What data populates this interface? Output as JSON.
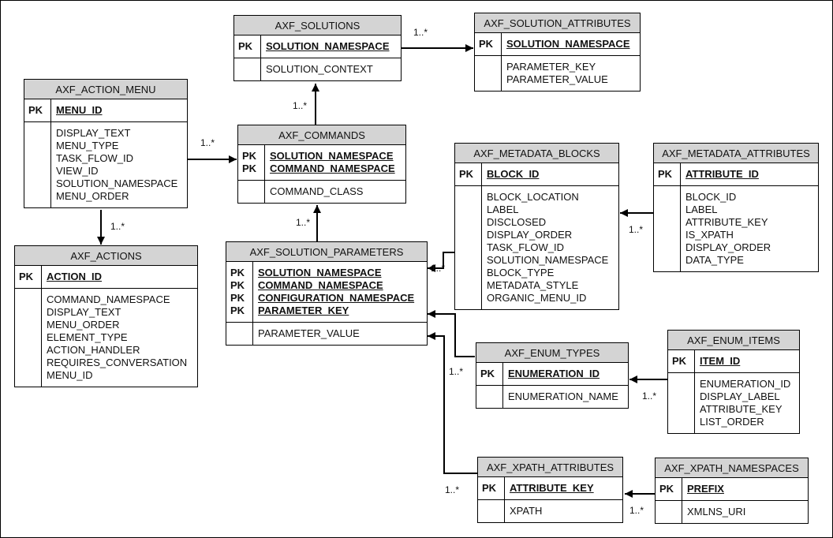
{
  "tables": {
    "axf_solutions": {
      "name": "AXF_SOLUTIONS",
      "pk": [
        "SOLUTION_NAMESPACE"
      ],
      "attrs": [
        "SOLUTION_CONTEXT"
      ]
    },
    "axf_solution_attributes": {
      "name": "AXF_SOLUTION_ATTRIBUTES",
      "pk": [
        "SOLUTION_NAMESPACE"
      ],
      "attrs": [
        "PARAMETER_KEY",
        "PARAMETER_VALUE"
      ]
    },
    "axf_action_menu": {
      "name": "AXF_ACTION_MENU",
      "pk": [
        "MENU_ID"
      ],
      "attrs": [
        "DISPLAY_TEXT",
        "MENU_TYPE",
        "TASK_FLOW_ID",
        "VIEW_ID",
        "SOLUTION_NAMESPACE",
        "MENU_ORDER"
      ]
    },
    "axf_commands": {
      "name": "AXF_COMMANDS",
      "pk": [
        "SOLUTION_NAMESPACE",
        "COMMAND_NAMESPACE"
      ],
      "attrs": [
        "COMMAND_CLASS"
      ]
    },
    "axf_metadata_blocks": {
      "name": "AXF_METADATA_BLOCKS",
      "pk": [
        "BLOCK_ID"
      ],
      "attrs": [
        "BLOCK_LOCATION",
        "LABEL",
        "DISCLOSED",
        "DISPLAY_ORDER",
        "TASK_FLOW_ID",
        "SOLUTION_NAMESPACE",
        "BLOCK_TYPE",
        "METADATA_STYLE",
        "ORGANIC_MENU_ID"
      ]
    },
    "axf_metadata_attributes": {
      "name": "AXF_METADATA_ATTRIBUTES",
      "pk": [
        "ATTRIBUTE_ID"
      ],
      "attrs": [
        "BLOCK_ID",
        "LABEL",
        "ATTRIBUTE_KEY",
        "IS_XPATH",
        "DISPLAY_ORDER",
        "DATA_TYPE"
      ]
    },
    "axf_actions": {
      "name": "AXF_ACTIONS",
      "pk": [
        "ACTION_ID"
      ],
      "attrs": [
        "COMMAND_NAMESPACE",
        "DISPLAY_TEXT",
        "MENU_ORDER",
        "ELEMENT_TYPE",
        "ACTION_HANDLER",
        "REQUIRES_CONVERSATION",
        "MENU_ID"
      ]
    },
    "axf_solution_parameters": {
      "name": "AXF_SOLUTION_PARAMETERS",
      "pk": [
        "SOLUTION_NAMESPACE",
        "COMMAND_NAMESPACE",
        "CONFIGURATION_NAMESPACE",
        "PARAMETER_KEY"
      ],
      "attrs": [
        "PARAMETER_VALUE"
      ]
    },
    "axf_enum_types": {
      "name": "AXF_ENUM_TYPES",
      "pk": [
        "ENUMERATION_ID"
      ],
      "attrs": [
        "ENUMERATION_NAME"
      ]
    },
    "axf_enum_items": {
      "name": "AXF_ENUM_ITEMS",
      "pk": [
        "ITEM_ID"
      ],
      "attrs": [
        "ENUMERATION_ID",
        "DISPLAY_LABEL",
        "ATTRIBUTE_KEY",
        "LIST_ORDER"
      ]
    },
    "axf_xpath_attributes": {
      "name": "AXF_XPATH_ATTRIBUTES",
      "pk": [
        "ATTRIBUTE_KEY"
      ],
      "attrs": [
        "XPATH"
      ]
    },
    "axf_xpath_namespaces": {
      "name": "AXF_XPATH_NAMESPACES",
      "pk": [
        "PREFIX"
      ],
      "attrs": [
        "XMLNS_URI"
      ]
    }
  },
  "pk_label": "PK",
  "multiplicity": {
    "solutions_to_attributes": "1..*",
    "commands_to_solutions": "1..*",
    "action_menu_to_commands": "1..*",
    "action_menu_to_actions": "1..*",
    "parameters_to_commands": "1..*",
    "blocks_to_parameters": "1..*",
    "attributes_to_blocks": "1..*",
    "enum_types_to_parameters": "1..*",
    "enum_items_to_types": "1..*",
    "xpath_attributes_to_parameters": "1..*",
    "xpath_namespaces_to_attributes": "1..*"
  },
  "colors": {
    "header": "#d4d4d4",
    "line": "#000000",
    "background": "#ffffff"
  }
}
